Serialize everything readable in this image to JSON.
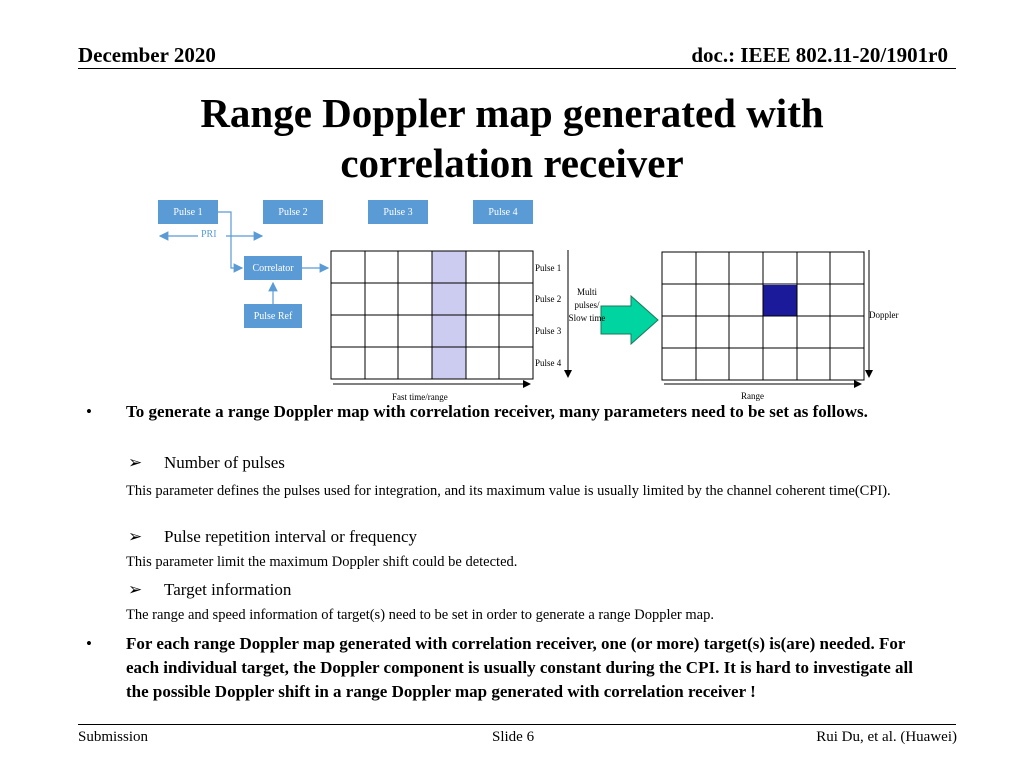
{
  "header": {
    "date": "December 2020",
    "doc": "doc.: IEEE 802.11-20/1901r0"
  },
  "title": {
    "line1": "Range Doppler map generated with",
    "line2": "correlation receiver"
  },
  "diagram": {
    "pulses": [
      "Pulse 1",
      "Pulse 2",
      "Pulse 3",
      "Pulse 4"
    ],
    "pri_label": "PRI",
    "correlator": "Correlator",
    "pulse_ref": "Pulse Ref",
    "row_labels": [
      "Pulse 1",
      "Pulse 2",
      "Pulse 3",
      "Pulse 4"
    ],
    "slow_time": "Multi pulses/ Slow time",
    "fast_time": "Fast time/range",
    "range": "Range",
    "doppler": "Doppler"
  },
  "body": {
    "bullet1": "To generate a range Doppler map with correlation receiver, many parameters need to be set as follows.",
    "sub1_title": "Number of pulses",
    "sub1_text": "This parameter defines the pulses used for integration, and its maximum value is usually limited by the channel coherent time(CPI).",
    "sub2_title": "Pulse repetition interval or frequency",
    "sub2_text": "This parameter limit the maximum Doppler shift could be detected.",
    "sub3_title": "Target information",
    "sub3_text": "The range and speed information of target(s) need to be set in order to generate a range Doppler map.",
    "bullet2": "For each range Doppler map generated with correlation receiver,  one (or more) target(s) is(are) needed. For each individual target, the Doppler component is usually constant during the CPI. It is hard to investigate all the possible Doppler shift in a range Doppler map generated with correlation receiver !"
  },
  "footer": {
    "left": "Submission",
    "center": "Slide 6",
    "right": "Rui Du, et al. (Huawei)"
  }
}
